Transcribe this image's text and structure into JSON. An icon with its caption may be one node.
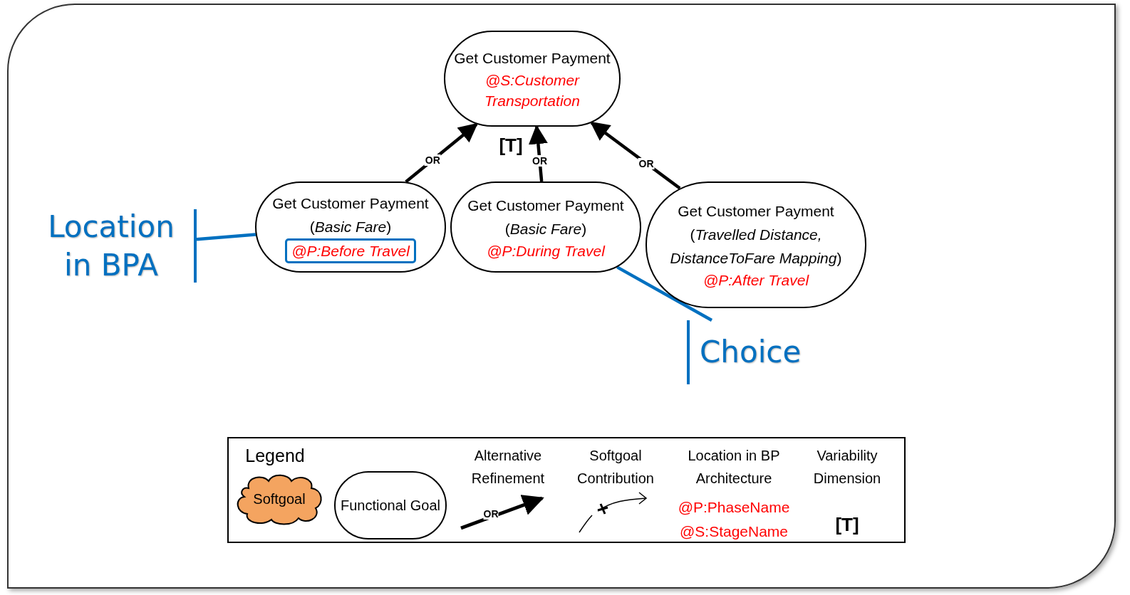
{
  "diagram": {
    "nodes": [
      {
        "text": [
          "Get Customer Payment",
          "@S:Customer Transportation"
        ]
      },
      {
        "text": [
          "Get Customer Payment (*Basic Fare*)",
          "@P:Before Travel"
        ]
      },
      {
        "text": [
          "Get Customer Payment (*Basic Fare*)",
          "@P:During Travel"
        ]
      },
      {
        "text": [
          "Get Customer Payment (*Travelled Distance, DistanceToFare Mapping*)",
          "@P:After Travel"
        ]
      },
      {
        "text": [
          "Location in BPA"
        ]
      },
      {
        "text": [
          "Choice"
        ]
      }
    ],
    "edges": [
      {
        "from": 1,
        "to": 0,
        "arrow": "to",
        "label": "OR"
      },
      {
        "from": 2,
        "to": 0,
        "arrow": "to",
        "label": "OR"
      },
      {
        "from": 3,
        "to": 0,
        "arrow": "to",
        "label": "OR"
      },
      {
        "from": 4,
        "to": 1,
        "arrow": "none",
        "color": "#0070c0"
      },
      {
        "from": 5,
        "to": 2,
        "arrow": "none",
        "color": "#0070c0"
      }
    ],
    "labels": [
      "[T]",
      "Legend",
      "OR",
      "@P:PhaseName",
      "@S:StageName",
      "[T]"
    ],
    "legend": [
      {
        "text": "Softgoal"
      },
      {
        "text": "Functional Goal"
      },
      {
        "text": "Alternative Refinement"
      },
      {
        "text": "Softgoal Contribution"
      },
      {
        "text": "Location in BP Architecture"
      },
      {
        "text": "Variability Dimension"
      }
    ]
  }
}
